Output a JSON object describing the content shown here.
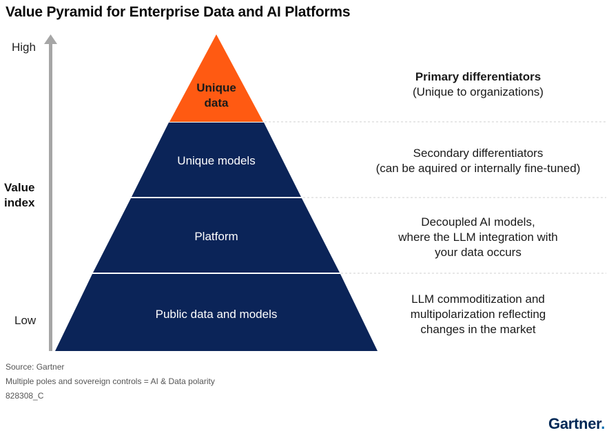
{
  "title": "Value Pyramid for Enterprise Data and AI Platforms",
  "axis": {
    "high_label": "High",
    "low_label": "Low",
    "value_label_line1": "Value",
    "value_label_line2": "index"
  },
  "layers": [
    {
      "label_line1": "Unique",
      "label_line2": "data",
      "color": "#ff5a12"
    },
    {
      "label": "Unique models",
      "color": "#0b2458"
    },
    {
      "label": "Platform",
      "color": "#0b2458"
    },
    {
      "label": "Public data and models",
      "color": "#0b2458"
    }
  ],
  "descriptions": [
    {
      "line1": "Primary differentiators",
      "line2": "(Unique to organizations)"
    },
    {
      "line1": "Secondary differentiators",
      "line2": "(can be aquired or internally fine-tuned)"
    },
    {
      "line1": "Decoupled AI models,",
      "line2": "where the LLM integration with",
      "line3": "your data occurs"
    },
    {
      "line1": "LLM commoditization and",
      "line2": "multipolarization reflecting",
      "line3": "changes in the market"
    }
  ],
  "footer": {
    "source": "Source: Gartner",
    "note": "Multiple poles and sovereign controls = AI & Data polarity",
    "id": "828308_C"
  },
  "brand": {
    "name": "Gartner",
    "dot": "."
  },
  "colors": {
    "accent": "#ff5a12",
    "navy": "#0b2458",
    "arrow": "#a6a6a6",
    "divider": "#cfcfcf"
  }
}
